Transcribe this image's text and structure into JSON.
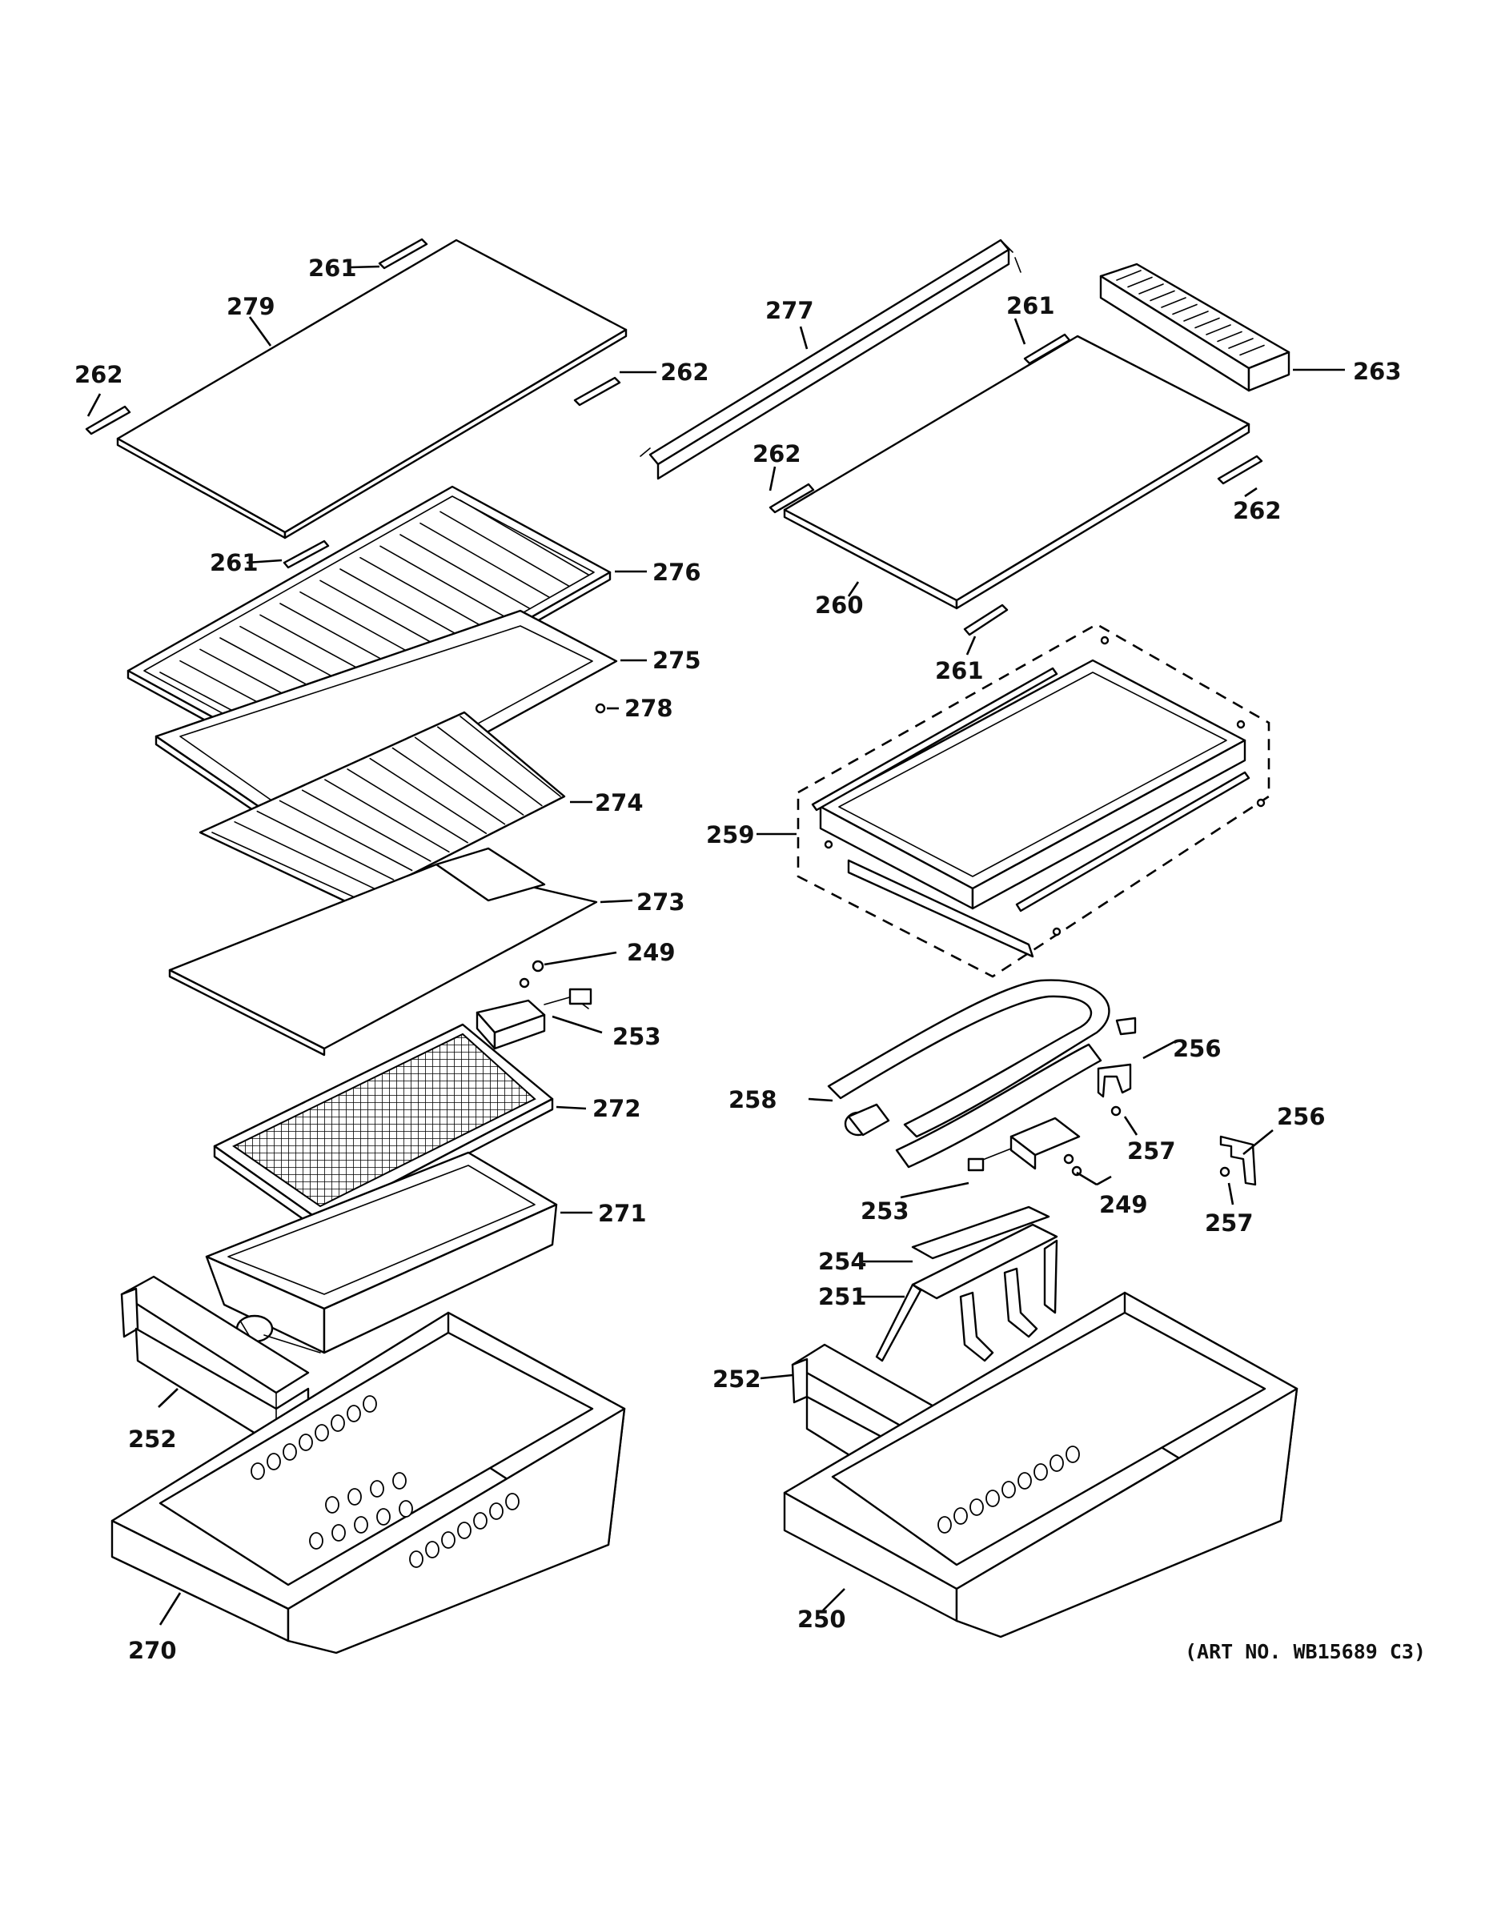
{
  "labels": {
    "p249a": "249",
    "p249b": "249",
    "p250": "250",
    "p251": "251",
    "p252a": "252",
    "p252b": "252",
    "p253a": "253",
    "p253b": "253",
    "p254": "254",
    "p256a": "256",
    "p256b": "256",
    "p257a": "257",
    "p257b": "257",
    "p258": "258",
    "p259": "259",
    "p260": "260",
    "p261a": "261",
    "p261b": "261",
    "p261c": "261",
    "p261d": "261",
    "p262a": "262",
    "p262b": "262",
    "p262c": "262",
    "p262d": "262",
    "p263": "263",
    "p270": "270",
    "p271": "271",
    "p272": "272",
    "p273": "273",
    "p274": "274",
    "p275": "275",
    "p276": "276",
    "p277": "277",
    "p278": "278",
    "p279": "279"
  },
  "art_number": "(ART NO. WB15689 C3)"
}
